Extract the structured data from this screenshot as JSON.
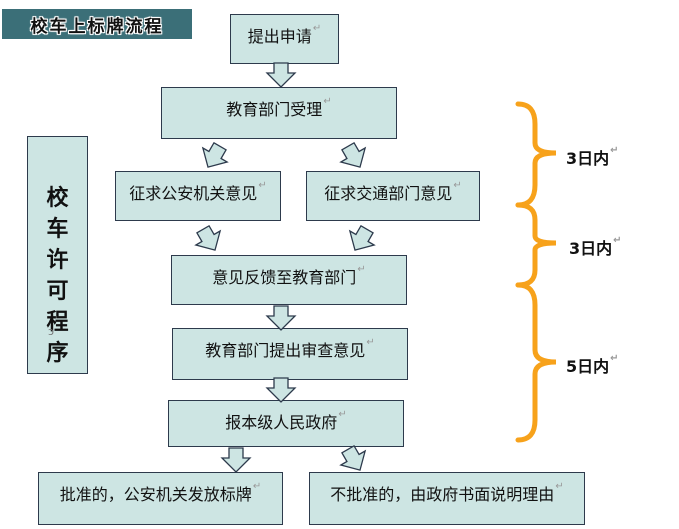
{
  "title": "校车上标牌流程",
  "side_label": "校车许可程序",
  "side_mark": "ↄ",
  "para_mark": "↵",
  "steps": {
    "apply": "提出申请",
    "accept": "教育部门受理",
    "police": "征求公安机关意见",
    "traffic": "征求交通部门意见",
    "feedback": "意见反馈至教育部门",
    "review": "教育部门提出审查意见",
    "report": "报本级人民政府",
    "approve": "批准的，公安机关发放标牌",
    "reject": "不批准的，由政府书面说明理由"
  },
  "durations": [
    "3日内",
    "3日内",
    "5日内"
  ],
  "colors": {
    "box_fill": "#cde5e3",
    "box_border": "#2d3a4c",
    "title_bg": "#3b6f78",
    "bracket": "#f7a21b"
  }
}
